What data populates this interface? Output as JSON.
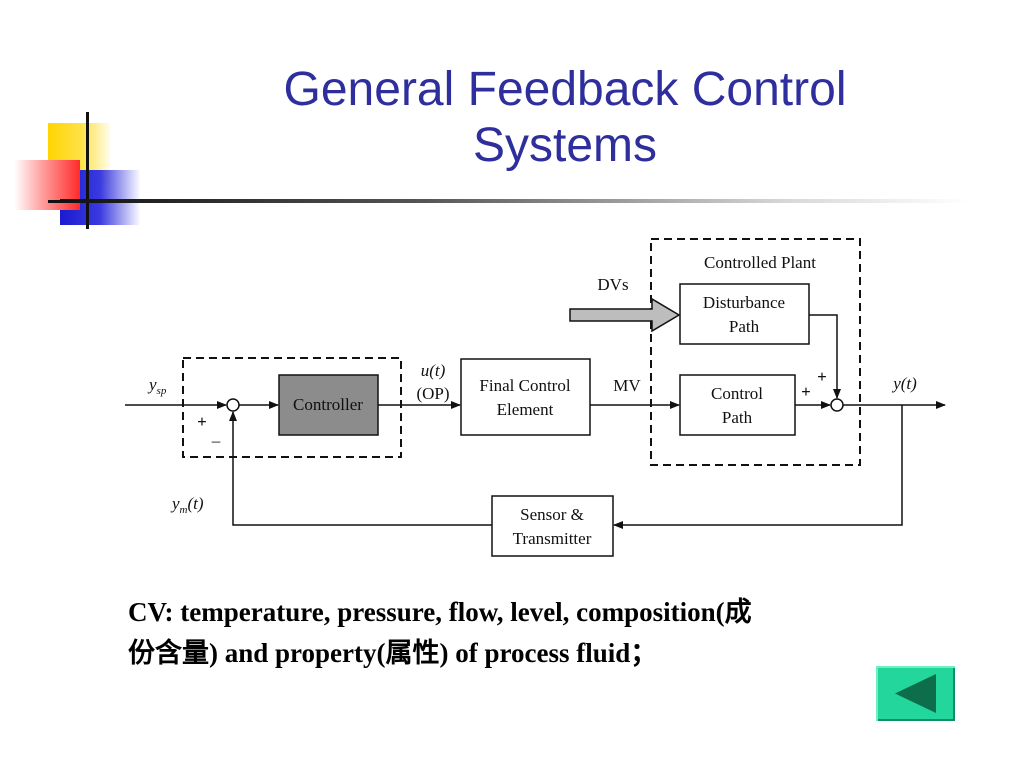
{
  "slide": {
    "title_line1": "General Feedback Control",
    "title_line2": "Systems"
  },
  "diagram": {
    "signals": {
      "ysp": "y",
      "ysp_sub": "sp",
      "u_t": "u(t)",
      "op": "(OP)",
      "mv": "MV",
      "dvs": "DVs",
      "y_t": "y(t)",
      "ym": "y",
      "ym_sub": "m",
      "ym_arg": "(t)"
    },
    "blocks": {
      "controller": "Controller",
      "final_control_line1": "Final Control",
      "final_control_line2": "Element",
      "control_path_line1": "Control",
      "control_path_line2": "Path",
      "disturbance_line1": "Disturbance",
      "disturbance_line2": "Path",
      "sensor_line1": "Sensor &",
      "sensor_line2": "Transmitter",
      "plant_group_label": "Controlled Plant"
    },
    "signs": {
      "sum1_plus": "+",
      "sum1_minus": "–",
      "sum2_plus_top": "+",
      "sum2_plus_left": "+"
    }
  },
  "body_text": {
    "line1": "CV: temperature, pressure, flow, level, composition(成",
    "line2": "份含量) and property(属性) of process fluid；"
  },
  "nav": {
    "back_icon": "left-triangle-icon",
    "button_color": "#23d69c"
  },
  "colors": {
    "title": "#2e2e9c",
    "controller_fill": "#8c8c8c",
    "deco_yellow": "#ffd700",
    "deco_red": "#ff3030",
    "deco_blue": "#2525d0"
  }
}
